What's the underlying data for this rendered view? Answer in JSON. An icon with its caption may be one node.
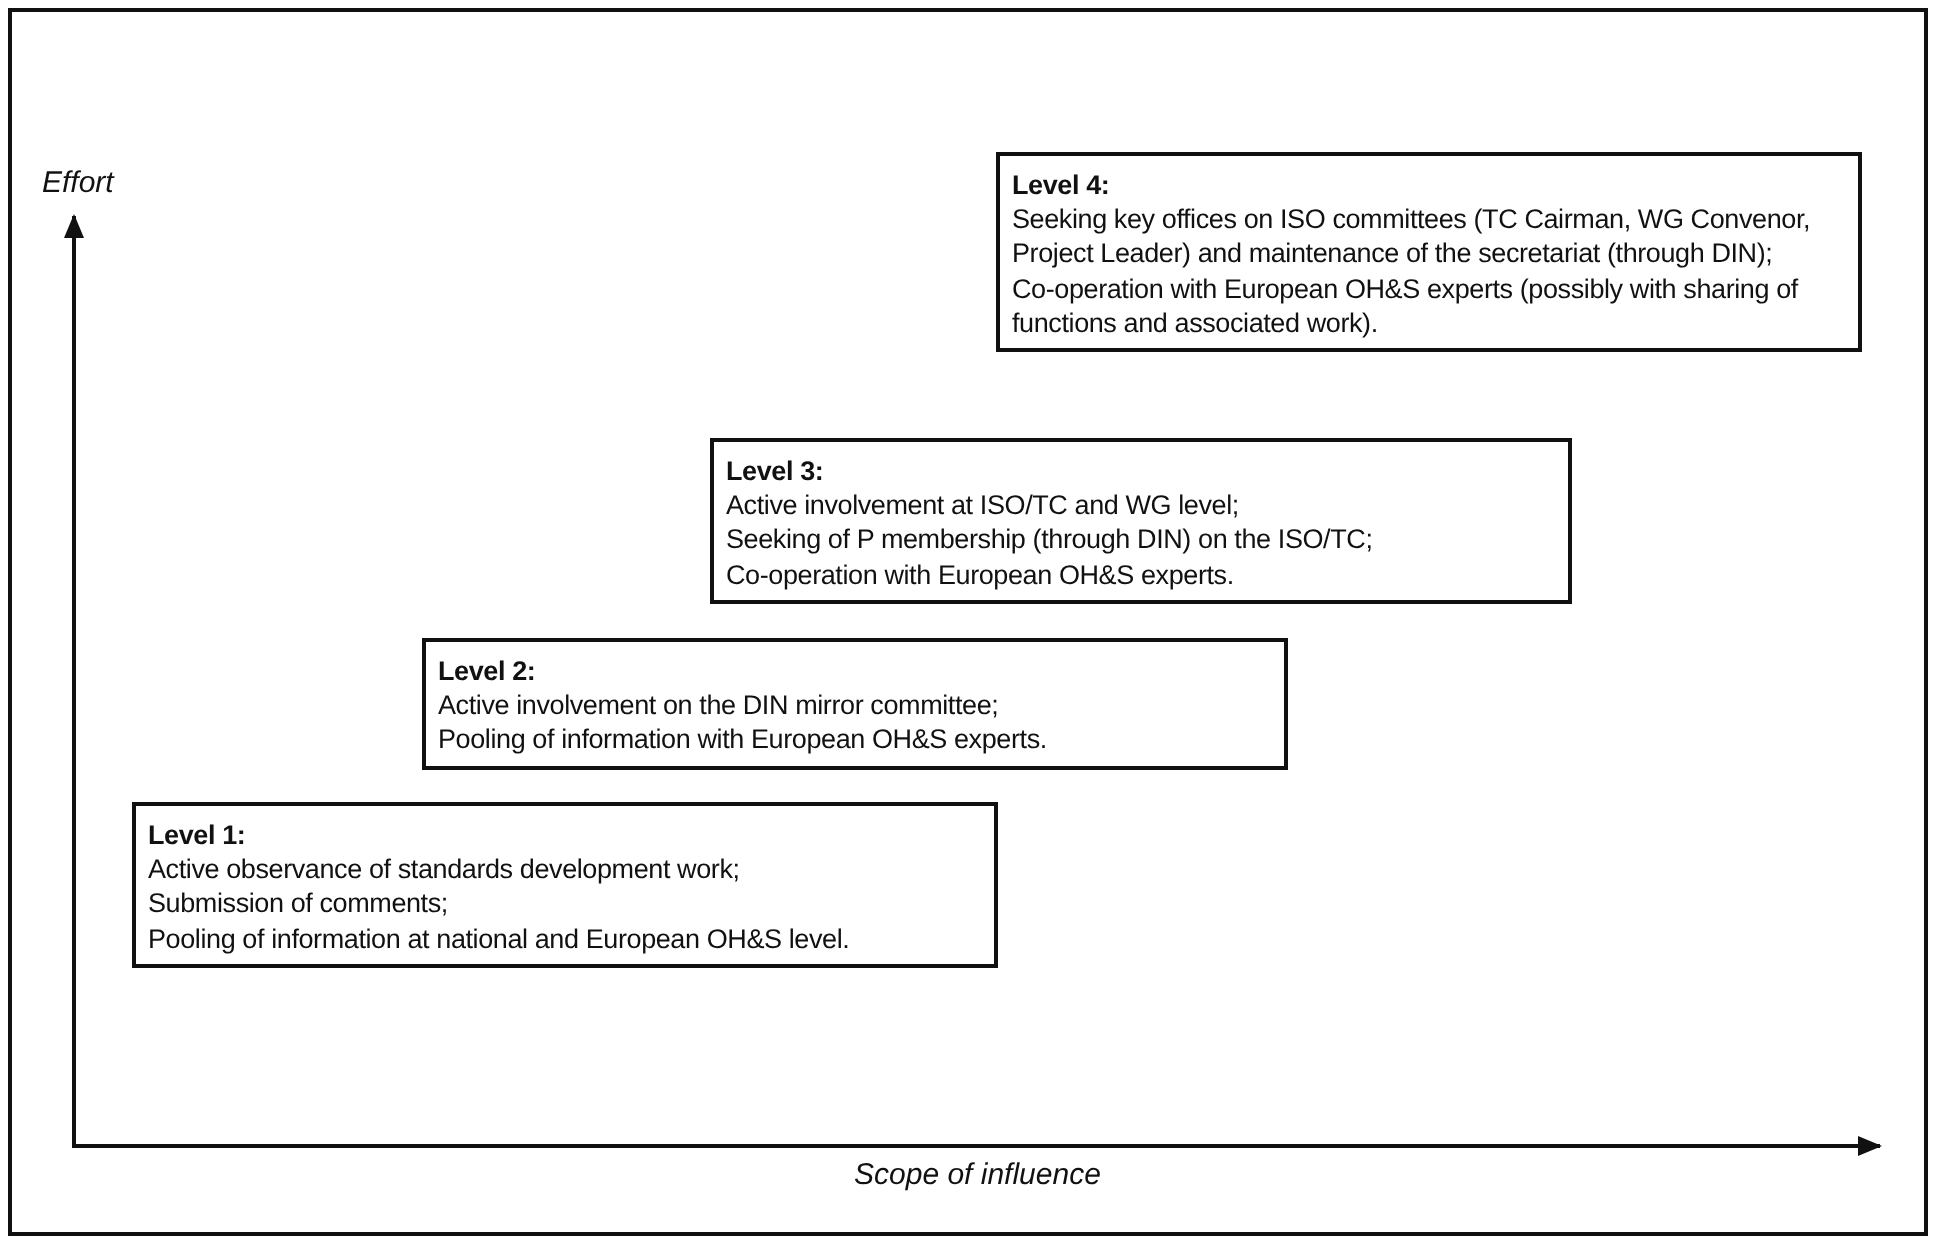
{
  "diagram": {
    "nodes": [
      {
        "text": [
          "Level 4:",
          "Seeking key offices on ISO committees (TC Cairman, WG Convenor, Project Leader) and maintenance of the secretariat (through DIN);",
          "Co-operation with European OH&S experts (possibly with sharing of functions and associated work)."
        ]
      },
      {
        "text": [
          "Level 3:",
          "Active involvement at ISO/TC and WG level;",
          "Seeking of P membership (through DIN) on the ISO/TC;",
          "Co-operation with European OH&S experts."
        ]
      },
      {
        "text": [
          "Level 2:",
          "Active involvement on the DIN mirror committee;",
          "Pooling of information with European OH&S experts."
        ]
      },
      {
        "text": [
          "Level 1:",
          "Active observance of standards development work;",
          "Submission of comments;",
          "Pooling of information at national and European OH&S level."
        ]
      }
    ],
    "edges": [],
    "labels": [
      "Effort",
      "Scope of influence"
    ]
  }
}
